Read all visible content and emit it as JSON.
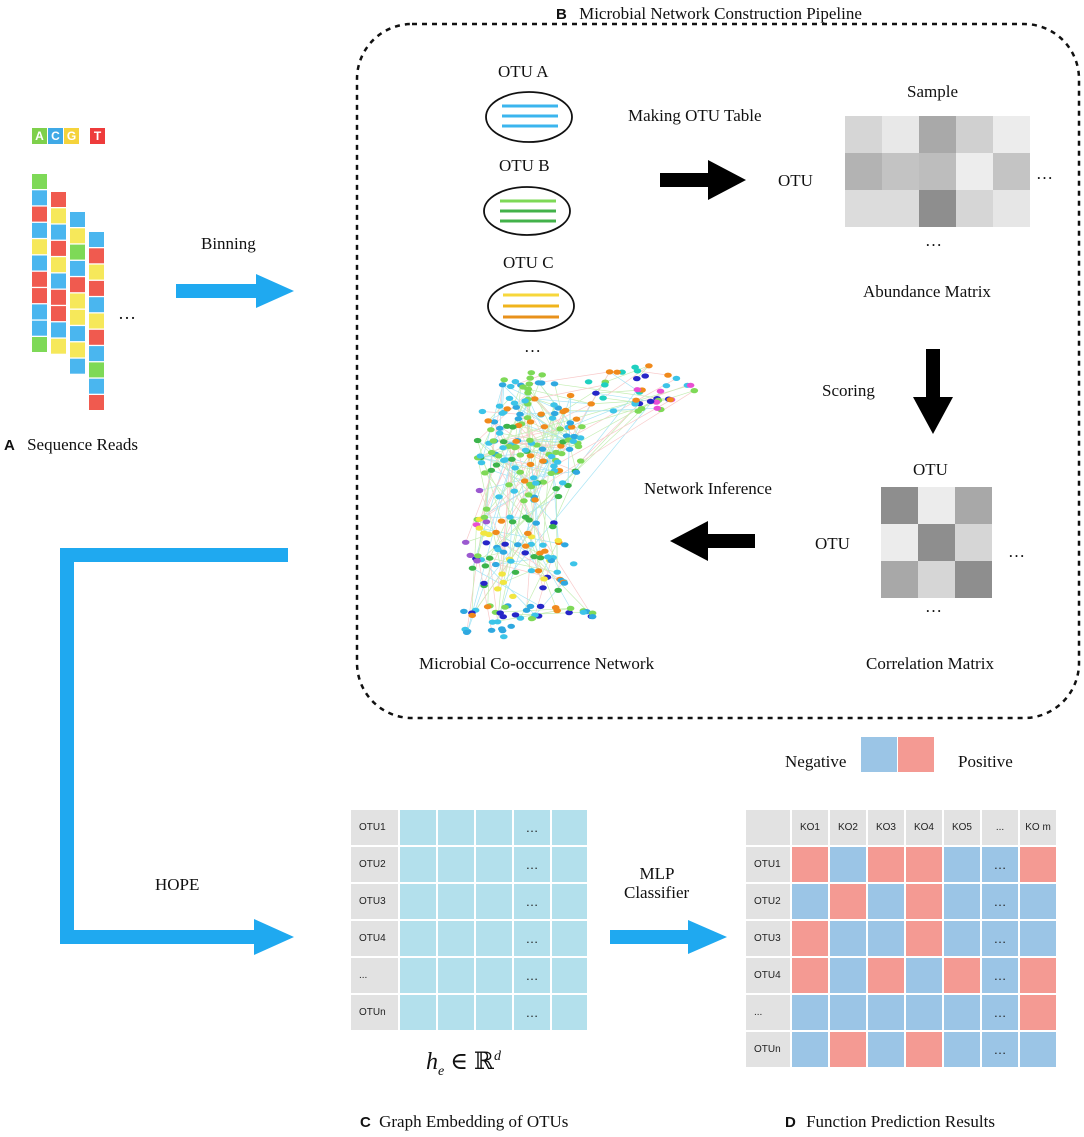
{
  "header": {
    "panel_b_letter": "B",
    "panel_b_title": "Microbial Network Construction Pipeline"
  },
  "panel_a": {
    "letter": "A",
    "title": "Sequence Reads",
    "bases": [
      "A",
      "C",
      "G",
      "T"
    ],
    "ellipsis": "…",
    "binning_label": "Binning"
  },
  "panel_b": {
    "otu_a": "OTU A",
    "otu_b": "OTU B",
    "otu_c": "OTU C",
    "otu_more": "…",
    "making_table_label": "Making OTU Table",
    "sample_label": "Sample",
    "otu_row_label": "OTU",
    "abundance_cols_more": "…",
    "abundance_rows_more": "…",
    "abundance_title": "Abundance Matrix",
    "scoring_label": "Scoring",
    "corr_col_label": "OTU",
    "corr_row_label": "OTU",
    "corr_cols_more": "…",
    "corr_rows_more": "…",
    "correlation_title": "Correlation Matrix",
    "network_inference_label": "Network Inference",
    "network_title": "Microbial Co-occurrence Network"
  },
  "hope_label": "HOPE",
  "panel_c": {
    "letter": "C",
    "title": "Graph Embedding of OTUs",
    "rows": [
      "OTU1",
      "OTU2",
      "OTU3",
      "OTU4",
      "...",
      "OTUn"
    ],
    "dots": "…",
    "formula": "h_e ∈ ℝ^d"
  },
  "mlp_label_line1": "MLP",
  "mlp_label_line2": "Classifier",
  "legend": {
    "negative": "Negative",
    "positive": "Positive",
    "negative_color": "#9bc5e6",
    "positive_color": "#f49a93"
  },
  "panel_d": {
    "letter": "D",
    "title": "Function Prediction Results",
    "columns": [
      "KO1",
      "KO2",
      "KO3",
      "KO4",
      "KO5",
      "...",
      "KO m"
    ],
    "rows": [
      {
        "label": "OTU1",
        "cells": [
          "pos",
          "neg",
          "pos",
          "pos",
          "neg",
          "dot",
          "pos"
        ]
      },
      {
        "label": "OTU2",
        "cells": [
          "neg",
          "pos",
          "neg",
          "pos",
          "neg",
          "dot",
          "neg"
        ]
      },
      {
        "label": "OTU3",
        "cells": [
          "pos",
          "neg",
          "neg",
          "pos",
          "neg",
          "dot",
          "neg"
        ]
      },
      {
        "label": "OTU4",
        "cells": [
          "pos",
          "neg",
          "pos",
          "neg",
          "pos",
          "dot",
          "pos"
        ]
      },
      {
        "label": "...",
        "cells": [
          "neg",
          "neg",
          "neg",
          "neg",
          "neg",
          "dot",
          "pos"
        ]
      },
      {
        "label": "OTUn",
        "cells": [
          "neg",
          "pos",
          "neg",
          "pos",
          "neg",
          "dot",
          "neg"
        ]
      }
    ],
    "dots": "…"
  }
}
